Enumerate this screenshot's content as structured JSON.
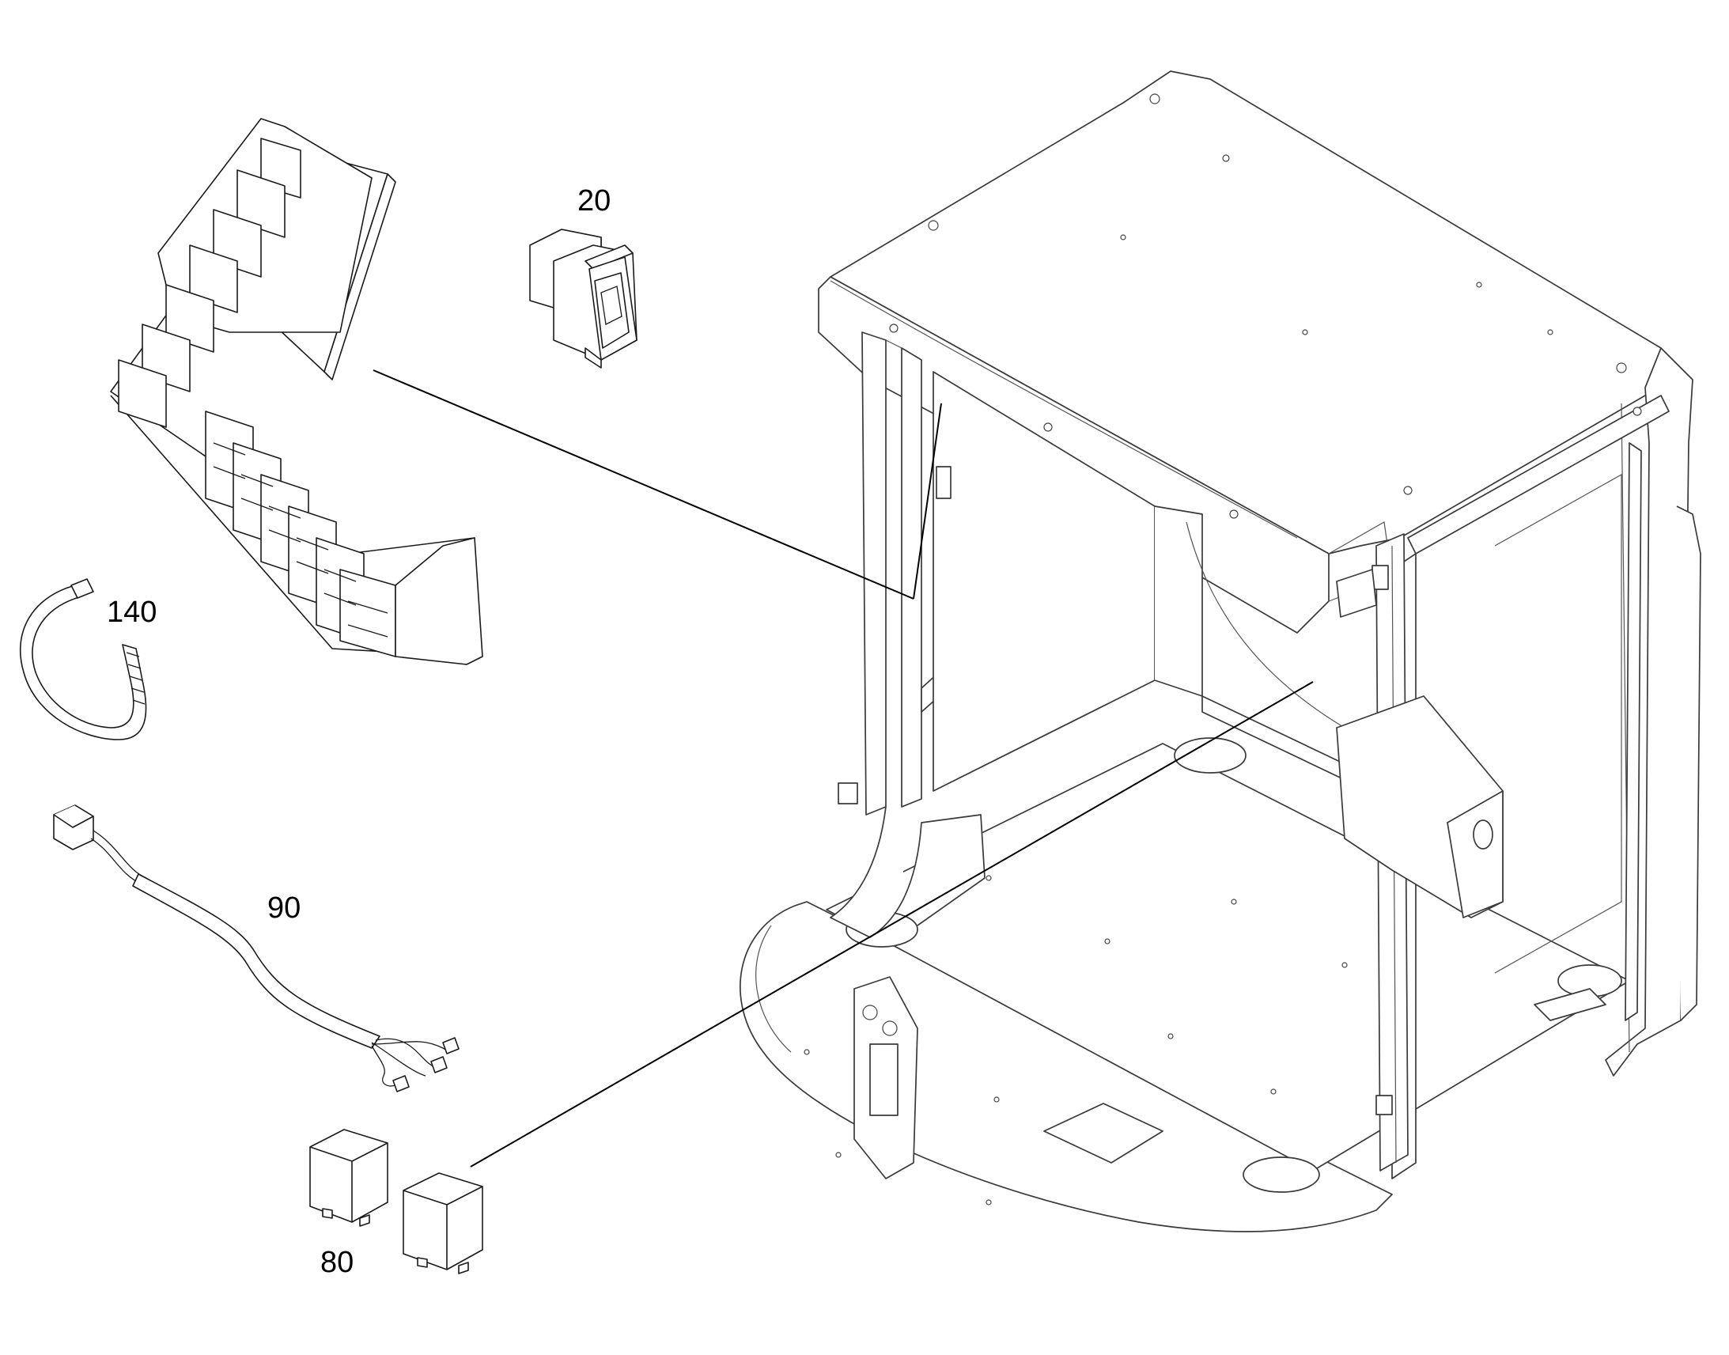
{
  "callouts": {
    "switch": "20",
    "strap": "140",
    "harness": "90",
    "relays": "80"
  }
}
